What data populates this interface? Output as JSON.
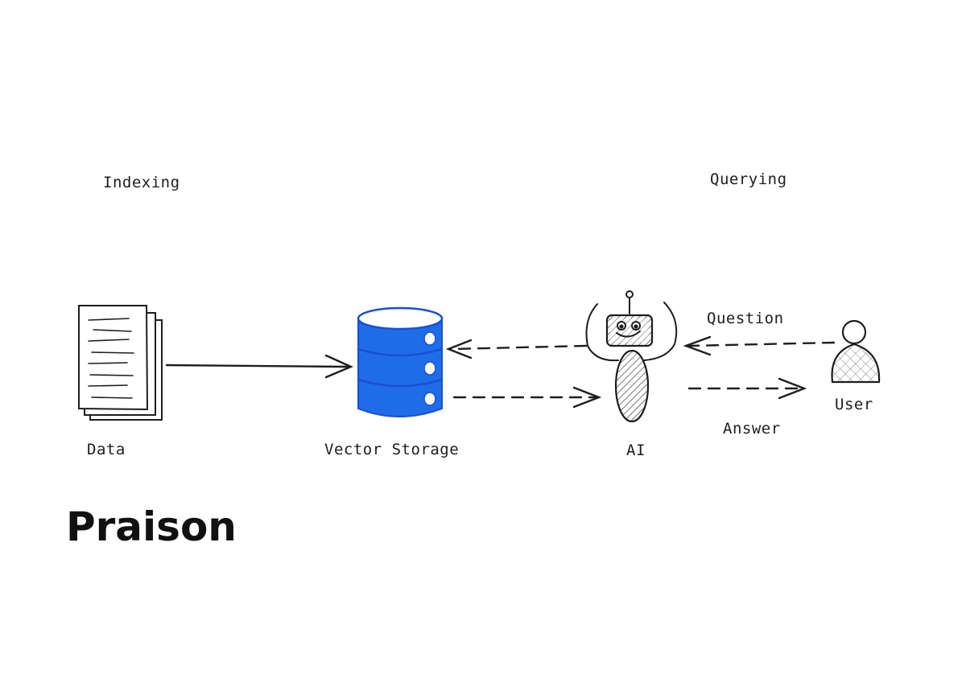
{
  "sections": {
    "indexing": "Indexing",
    "querying": "Querying"
  },
  "nodes": {
    "data": "Data",
    "vector_storage": "Vector Storage",
    "ai": "AI",
    "user": "User"
  },
  "edges": {
    "question": "Question",
    "answer": "Answer"
  },
  "logo": {
    "text": "Praison"
  },
  "colors": {
    "storage_fill": "#1e6ce8",
    "storage_stroke": "#1a4fd1",
    "ink": "#1e1e1e"
  },
  "icons": [
    "document-stack-icon",
    "database-icon",
    "robot-icon",
    "user-icon"
  ]
}
